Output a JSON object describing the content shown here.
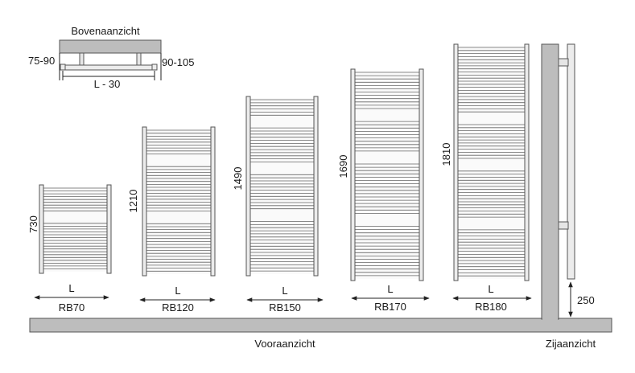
{
  "top_view": {
    "title": "Bovenaanzicht",
    "left_dim": "75-90",
    "right_dim": "90-105",
    "width_dim": "L - 30"
  },
  "radiators": [
    {
      "model": "RB70",
      "height": "730",
      "width": "L",
      "sections": [
        9,
        17
      ]
    },
    {
      "model": "RB120",
      "height": "1210",
      "width": "L",
      "sections": [
        9,
        16,
        17
      ]
    },
    {
      "model": "RB150",
      "height": "1490",
      "width": "L",
      "sections": [
        6,
        12,
        12,
        17
      ]
    },
    {
      "model": "RB170",
      "height": "1690",
      "width": "L",
      "sections": [
        12,
        10,
        16,
        16
      ]
    },
    {
      "model": "RB180",
      "height": "1810",
      "width": "L",
      "sections": [
        22,
        12,
        16,
        16
      ]
    }
  ],
  "front_label": "Vooraanzicht",
  "side_view": {
    "label": "Zijaanzicht",
    "floor_dim": "250"
  }
}
